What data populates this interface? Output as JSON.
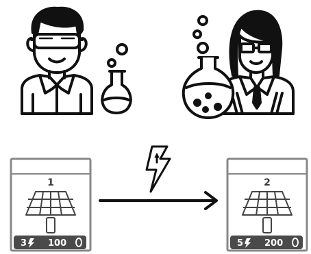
{
  "illustration": {
    "left_figure": {
      "icon": "male-scientist-with-flask-icon"
    },
    "right_figure": {
      "icon": "female-scientist-with-flask-icon"
    }
  },
  "transition": {
    "icon": "lightning-upgrade-icon",
    "arrow": "right-arrow"
  },
  "cards": [
    {
      "level": "1",
      "icon": "solar-panel-icon",
      "energy": "3",
      "energy_icon": "lightning-icon",
      "cost": "100",
      "cost_icon": "coin-icon"
    },
    {
      "level": "2",
      "icon": "solar-panel-icon",
      "energy": "5",
      "energy_icon": "lightning-icon",
      "cost": "200",
      "cost_icon": "coin-icon"
    }
  ],
  "colors": {
    "ink": "#111111",
    "card_border": "#888888",
    "card_fill": "#ffffff",
    "panel_line": "#444444",
    "stat_bar": "#4a4a4a",
    "stat_text": "#ffffff"
  }
}
